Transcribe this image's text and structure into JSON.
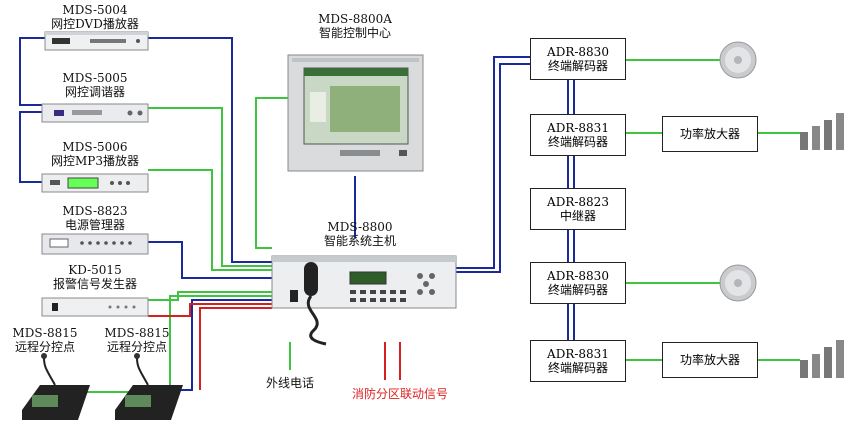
{
  "devices": {
    "dvd": {
      "model": "MDS-5004",
      "name": "网控DVD播放器"
    },
    "tuner": {
      "model": "MDS-5005",
      "name": "网控调谐器"
    },
    "mp3": {
      "model": "MDS-5006",
      "name": "网控MP3播放器"
    },
    "power": {
      "model": "MDS-8823",
      "name": "电源管理器"
    },
    "alarm": {
      "model": "KD-5015",
      "name": "报警信号发生器"
    },
    "remote1": {
      "model": "MDS-8815",
      "name": "远程分控点"
    },
    "remote2": {
      "model": "MDS-8815",
      "name": "远程分控点"
    },
    "control_center": {
      "model": "MDS-8800A",
      "name": "智能控制中心"
    },
    "host": {
      "model": "MDS-8800",
      "name": "智能系统主机"
    }
  },
  "terminals": [
    {
      "model": "ADR-8830",
      "name": "终端解码器"
    },
    {
      "model": "ADR-8831",
      "name": "终端解码器"
    },
    {
      "model": "ADR-8823",
      "name": "中继器"
    },
    {
      "model": "ADR-8830",
      "name": "终端解码器"
    },
    {
      "model": "ADR-8831",
      "name": "终端解码器"
    }
  ],
  "amplifiers": [
    {
      "name": "功率放大器"
    },
    {
      "name": "功率放大器"
    }
  ],
  "inputs": {
    "phone": "外线电话",
    "fire": "消防分区联动信号"
  },
  "colors": {
    "blue_line": "#1a2a9a",
    "green_line": "#3ec43e",
    "red_line": "#d42020"
  }
}
